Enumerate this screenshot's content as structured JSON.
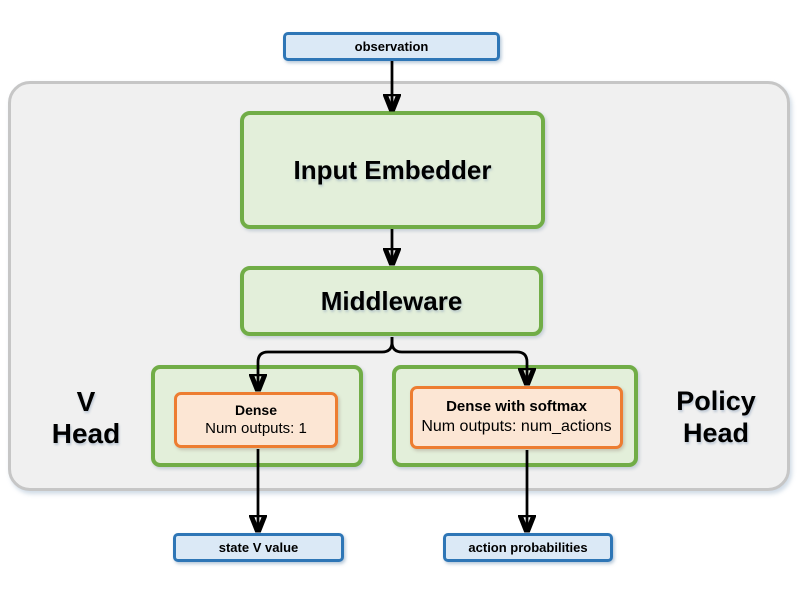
{
  "diagram": {
    "input_node": {
      "label": "observation"
    },
    "blocks": {
      "input_embedder": {
        "label": "Input Embedder"
      },
      "middleware": {
        "label": "Middleware"
      }
    },
    "heads": {
      "v_head": {
        "label_line1": "V",
        "label_line2": "Head",
        "layer": {
          "title": "Dense",
          "subtitle": "Num outputs: 1"
        },
        "output": {
          "label": "state V value"
        }
      },
      "policy_head": {
        "label_line1": "Policy",
        "label_line2": "Head",
        "layer": {
          "title": "Dense with softmax",
          "subtitle": "Num outputs: num_actions"
        },
        "output": {
          "label": "action probabilities"
        }
      }
    },
    "colors": {
      "io_fill": "#dbe9f6",
      "io_border": "#2e76b6",
      "block_fill": "#e3efda",
      "block_border": "#71ad47",
      "layer_fill": "#fce6d4",
      "layer_border": "#ed7d31",
      "container_fill": "#f0f0f0",
      "container_border": "#c6c6c6",
      "arrow": "#000000"
    }
  }
}
